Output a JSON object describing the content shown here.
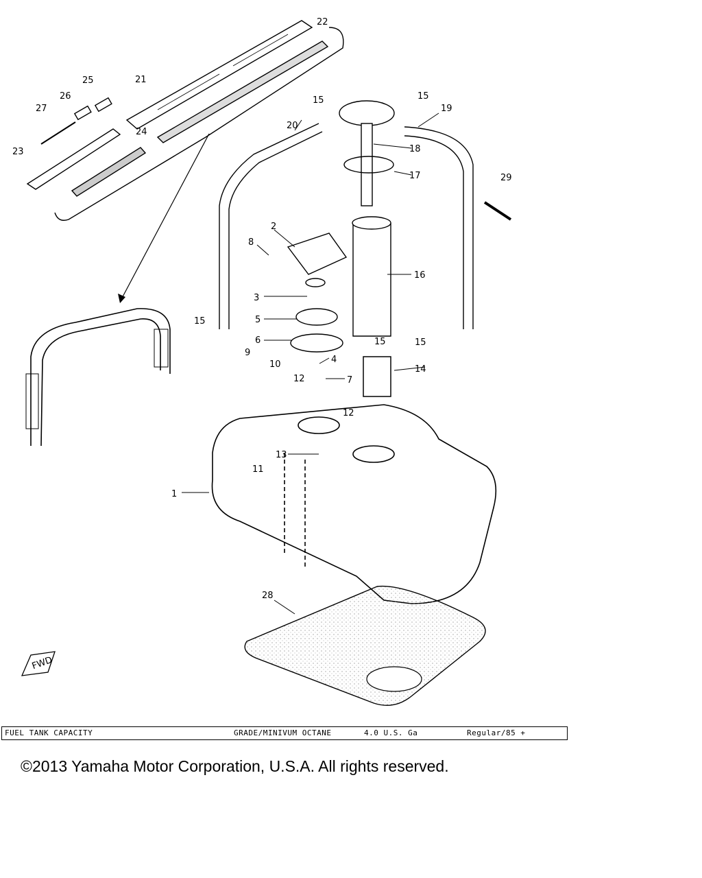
{
  "callouts": [
    "1",
    "2",
    "3",
    "4",
    "5",
    "6",
    "7",
    "8",
    "9",
    "10",
    "11",
    "12",
    "12",
    "13",
    "14",
    "15",
    "15",
    "15",
    "15",
    "15",
    "16",
    "17",
    "18",
    "19",
    "20",
    "21",
    "22",
    "23",
    "24",
    "25",
    "26",
    "27",
    "28",
    "29"
  ],
  "fwd_label": "FWD",
  "spec_bar": {
    "label": "FUEL TANK CAPACITY",
    "grade_label": "GRADE/MINIVUM OCTANE",
    "capacity": "4.0 U.S. Ga",
    "grade_value": "Regular/85 +"
  },
  "copyright": "©2013 Yamaha Motor Corporation, U.S.A. All rights reserved."
}
